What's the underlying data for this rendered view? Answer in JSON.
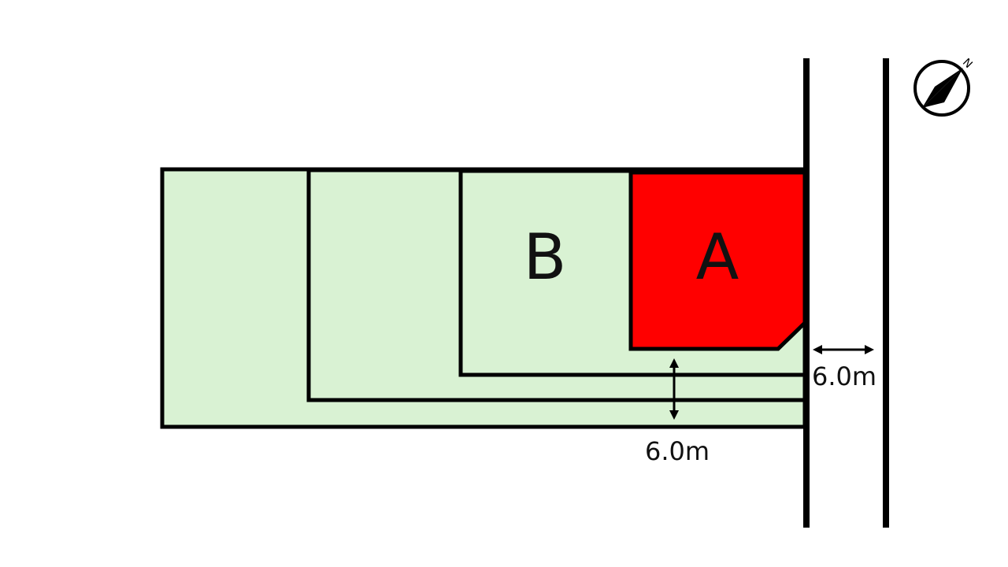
{
  "plots": {
    "lot_a": {
      "label": "A",
      "color": "#ff0000"
    },
    "lot_b": {
      "label": "B",
      "color": "#d9f2d3"
    }
  },
  "dimensions": {
    "road_width": "6.0m",
    "access_width": "6.0m"
  },
  "compass": {
    "north_mark": "N",
    "icon": "north-compass-icon"
  },
  "colors": {
    "outline": "#000000",
    "background": "#ffffff"
  }
}
